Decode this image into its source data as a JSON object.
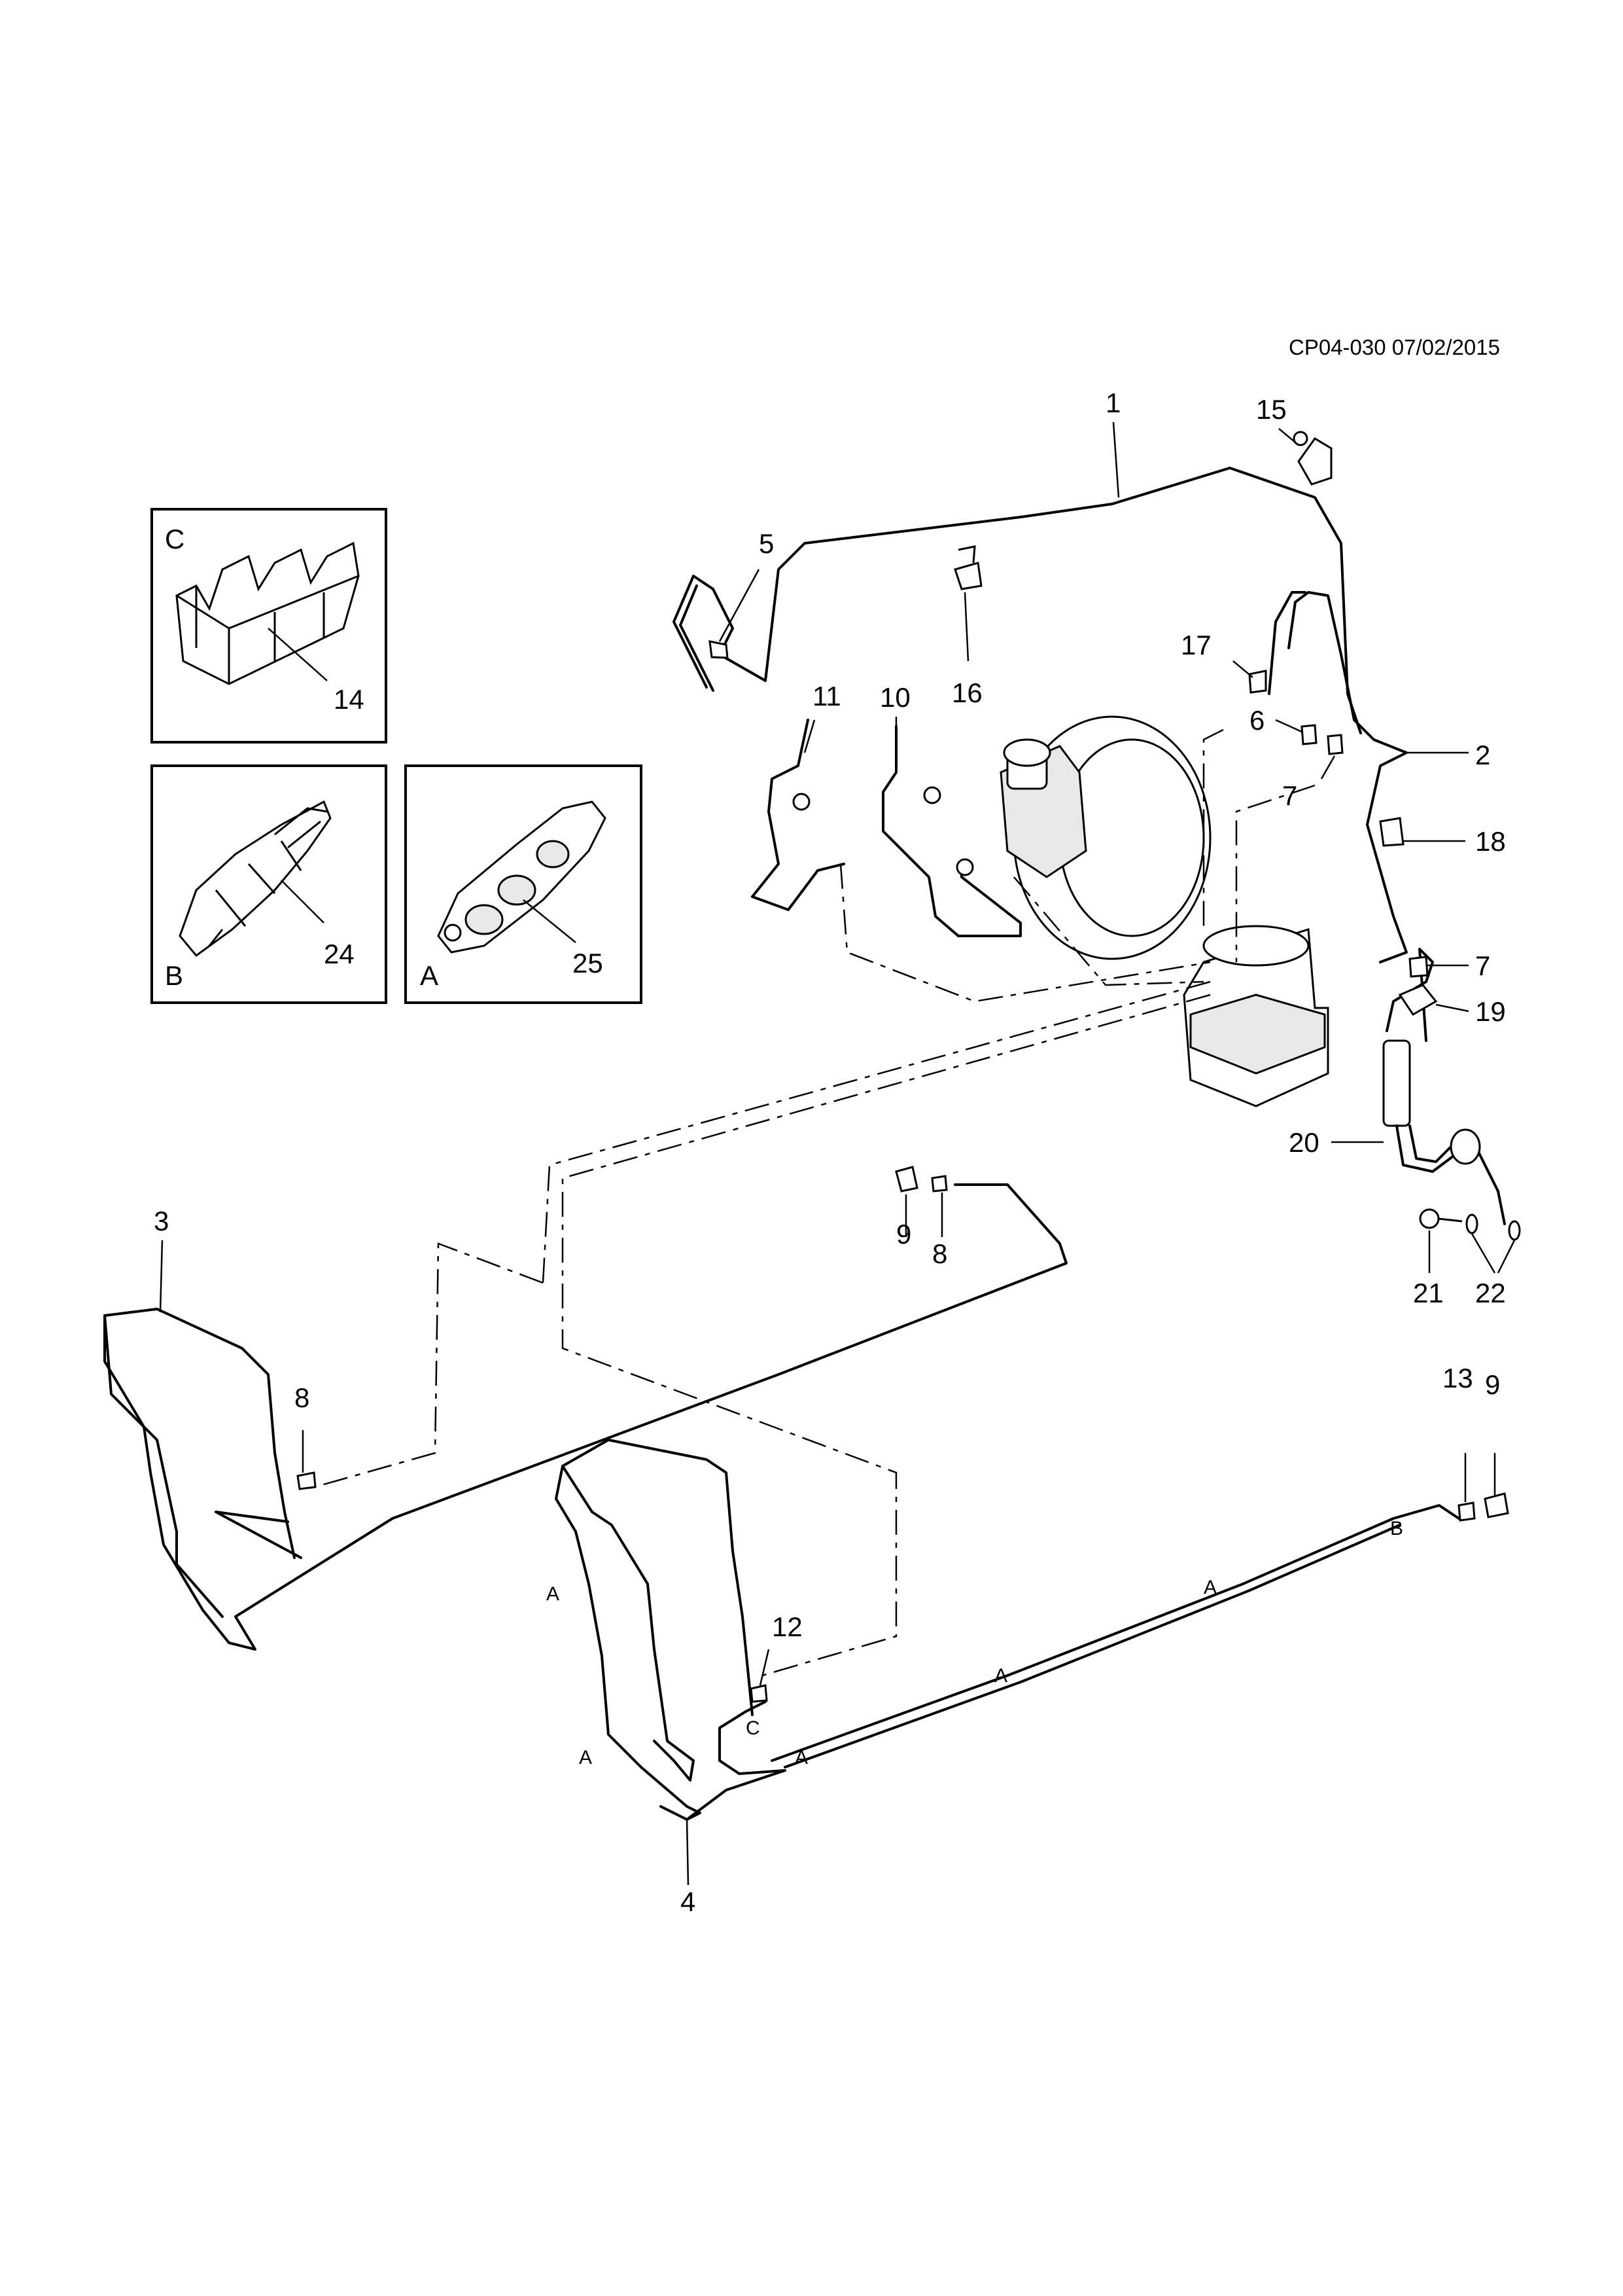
{
  "diagram_code": "CP04-030 07/02/2015",
  "inset_boxes": [
    {
      "letter": "C",
      "part": "14"
    },
    {
      "letter": "B",
      "part": "24"
    },
    {
      "letter": "A",
      "part": "25"
    }
  ],
  "callouts": [
    "1",
    "2",
    "3",
    "4",
    "5",
    "6",
    "7",
    "7",
    "8",
    "8",
    "9",
    "9",
    "10",
    "11",
    "12",
    "13",
    "15",
    "16",
    "17",
    "18",
    "19",
    "20",
    "21",
    "22"
  ],
  "pipe_letters": [
    "A",
    "A",
    "A",
    "A",
    "A",
    "B",
    "C"
  ]
}
